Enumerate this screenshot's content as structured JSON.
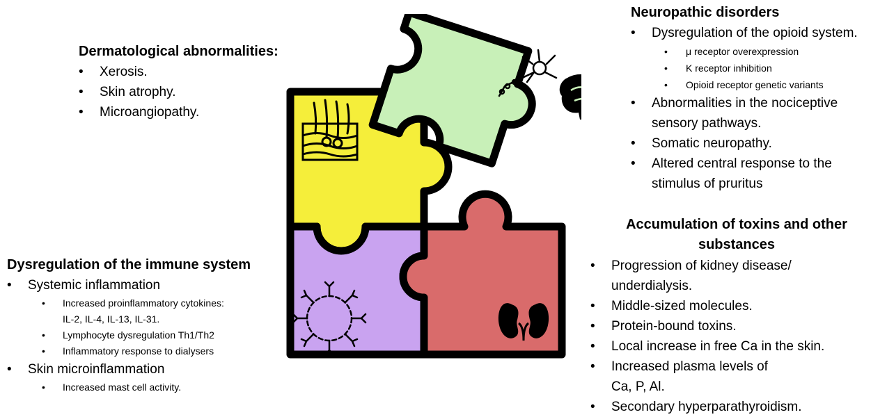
{
  "dermatological": {
    "title": "Dermatological abnormalities:",
    "items": [
      "Xerosis.",
      "Skin atrophy.",
      "Microangiopathy."
    ]
  },
  "neuropathic": {
    "title": "Neuropathic disorders",
    "item1": "Dysregulation of the opioid system.",
    "sub1": [
      "μ receptor overexpression",
      "K receptor inhibition",
      "Opioid receptor genetic variants"
    ],
    "item2_line1": "Abnormalities in the nociceptive",
    "item2_line2": "sensory pathways.",
    "item3": "Somatic neuropathy.",
    "item4_line1": "Altered central response to the",
    "item4_line2": "stimulus of pruritus"
  },
  "toxins": {
    "title_line1": "Accumulation of toxins and other",
    "title_line2": "substances",
    "item1_line1": "Progression of kidney disease/",
    "item1_line2": "underdialysis.",
    "item2": "Middle-sized molecules.",
    "item3": "Protein-bound toxins.",
    "item4": "Local increase in free Ca in the skin.",
    "item5_line1": "Increased plasma levels of",
    "item5_line2": "Ca, P, Al.",
    "item6": "Secondary hyperparathyroidism."
  },
  "immune": {
    "title": "Dysregulation of the immune system",
    "item1": "Systemic inflammation",
    "sub1_line1": "Increased proinflammatory cytokines:",
    "sub1_line2": "IL-2, IL-4, IL-13, IL-31.",
    "sub2": "Lymphocyte dysregulation Th1/Th2",
    "sub3": "Inflammatory response to dialysers",
    "item2": "Skin microinflammation",
    "sub4": "Increased mast cell activity."
  },
  "icons": [
    "skin-layers-icon",
    "neuron-icon",
    "brain-icon",
    "kidney-icon",
    "antibody-cell-icon"
  ],
  "colors": {
    "yellow_piece": "#f5ee3a",
    "green_piece": "#c8f0b8",
    "purple_piece": "#c9a3f0",
    "red_piece": "#d96b6b",
    "outline": "#000000"
  }
}
